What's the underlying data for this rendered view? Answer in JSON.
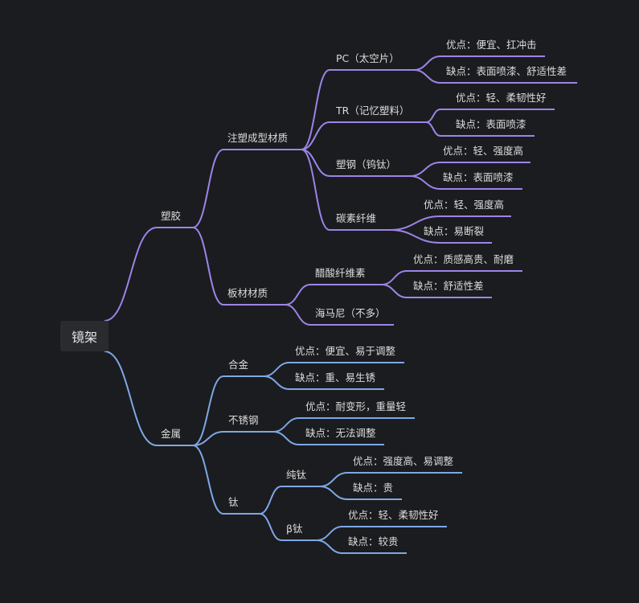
{
  "colors": {
    "plastic": "#9d84e8",
    "metal": "#7ea7e6",
    "text": "#dcdcdc",
    "root_bg": "#2a2b2f"
  },
  "root": "镜架",
  "branches": [
    {
      "label": "塑胶",
      "children": [
        {
          "label": "注塑成型材质",
          "children": [
            {
              "label": "PC（太空片）",
              "children": [
                {
                  "label": "优点：便宜、扛冲击"
                },
                {
                  "label": "缺点：表面喷漆、舒适性差"
                }
              ]
            },
            {
              "label": "TR（记忆塑料）",
              "children": [
                {
                  "label": "优点：轻、柔韧性好"
                },
                {
                  "label": "缺点：表面喷漆"
                }
              ]
            },
            {
              "label": "塑钢（钨钛）",
              "children": [
                {
                  "label": "优点：轻、强度高"
                },
                {
                  "label": "缺点：表面喷漆"
                }
              ]
            },
            {
              "label": "碳素纤维",
              "children": [
                {
                  "label": "优点：轻、强度高"
                },
                {
                  "label": "缺点：易断裂"
                }
              ]
            }
          ]
        },
        {
          "label": "板材材质",
          "children": [
            {
              "label": "醋酸纤维素",
              "children": [
                {
                  "label": "优点：质感高贵、耐磨"
                },
                {
                  "label": "缺点：舒适性差"
                }
              ]
            },
            {
              "label": "海马尼（不多）"
            }
          ]
        }
      ]
    },
    {
      "label": "金属",
      "children": [
        {
          "label": "合金",
          "children": [
            {
              "label": "优点：便宜、易于调整"
            },
            {
              "label": "缺点：重、易生锈"
            }
          ]
        },
        {
          "label": "不锈钢",
          "children": [
            {
              "label": "优点：耐变形，重量轻"
            },
            {
              "label": "缺点：无法调整"
            }
          ]
        },
        {
          "label": "钛",
          "children": [
            {
              "label": "纯钛",
              "children": [
                {
                  "label": "优点：强度高、易调整"
                },
                {
                  "label": "缺点：贵"
                }
              ]
            },
            {
              "label": "β钛",
              "children": [
                {
                  "label": "优点：轻、柔韧性好"
                },
                {
                  "label": "缺点：较贵"
                }
              ]
            }
          ]
        }
      ]
    }
  ]
}
